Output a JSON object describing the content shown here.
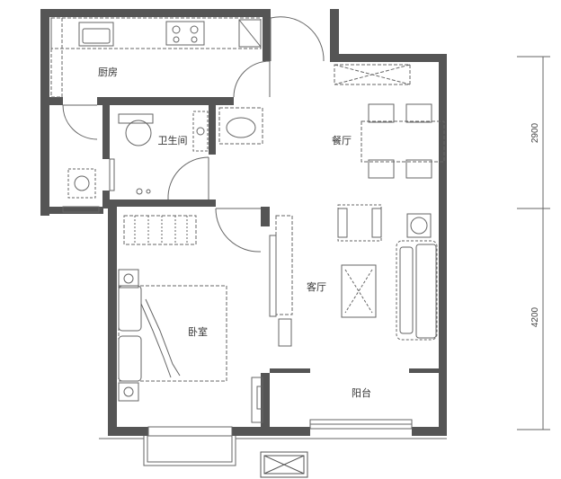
{
  "rooms": {
    "kitchen": "厨房",
    "bathroom": "卫生间",
    "dining": "餐厅",
    "living": "客厅",
    "bedroom": "卧室",
    "balcony": "阳台"
  },
  "dimensions": {
    "upper": "2900",
    "lower": "4200"
  },
  "colors": {
    "wall": "#555555",
    "furniture": "#666666",
    "dim_line": "#666666"
  }
}
